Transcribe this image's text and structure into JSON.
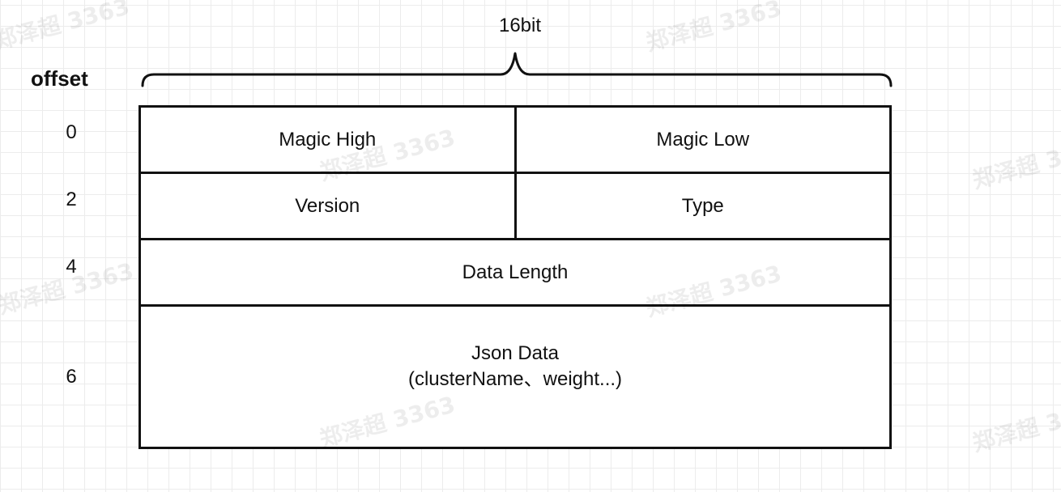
{
  "offset_title": "offset",
  "width_label": "16bit",
  "offsets": [
    "0",
    "2",
    "4",
    "6"
  ],
  "rows": [
    {
      "fields": [
        "Magic High",
        "Magic Low"
      ]
    },
    {
      "fields": [
        "Version",
        "Type"
      ]
    },
    {
      "fields": [
        "Data Length"
      ]
    },
    {
      "fields": [
        "Json Data",
        "(clusterName、weight...)"
      ]
    }
  ],
  "watermark": "郑泽超 3363"
}
